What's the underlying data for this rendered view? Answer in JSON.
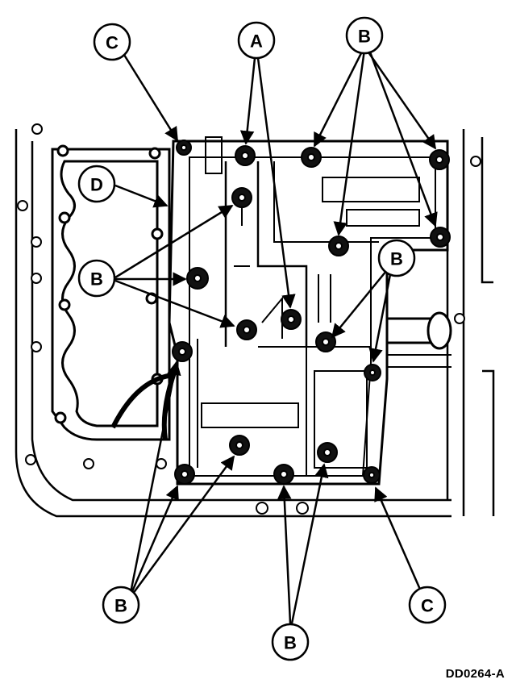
{
  "callouts": {
    "c_top": "C",
    "a_top": "A",
    "b_top_right": "B",
    "d_left": "D",
    "b_left": "B",
    "b_mid_right": "B",
    "b_bottom_left": "B",
    "b_bottom_center": "B",
    "c_bottom_right": "C"
  },
  "figure_id": "DD0264-A",
  "icon": "transmission-valve-body-bolt-locations"
}
